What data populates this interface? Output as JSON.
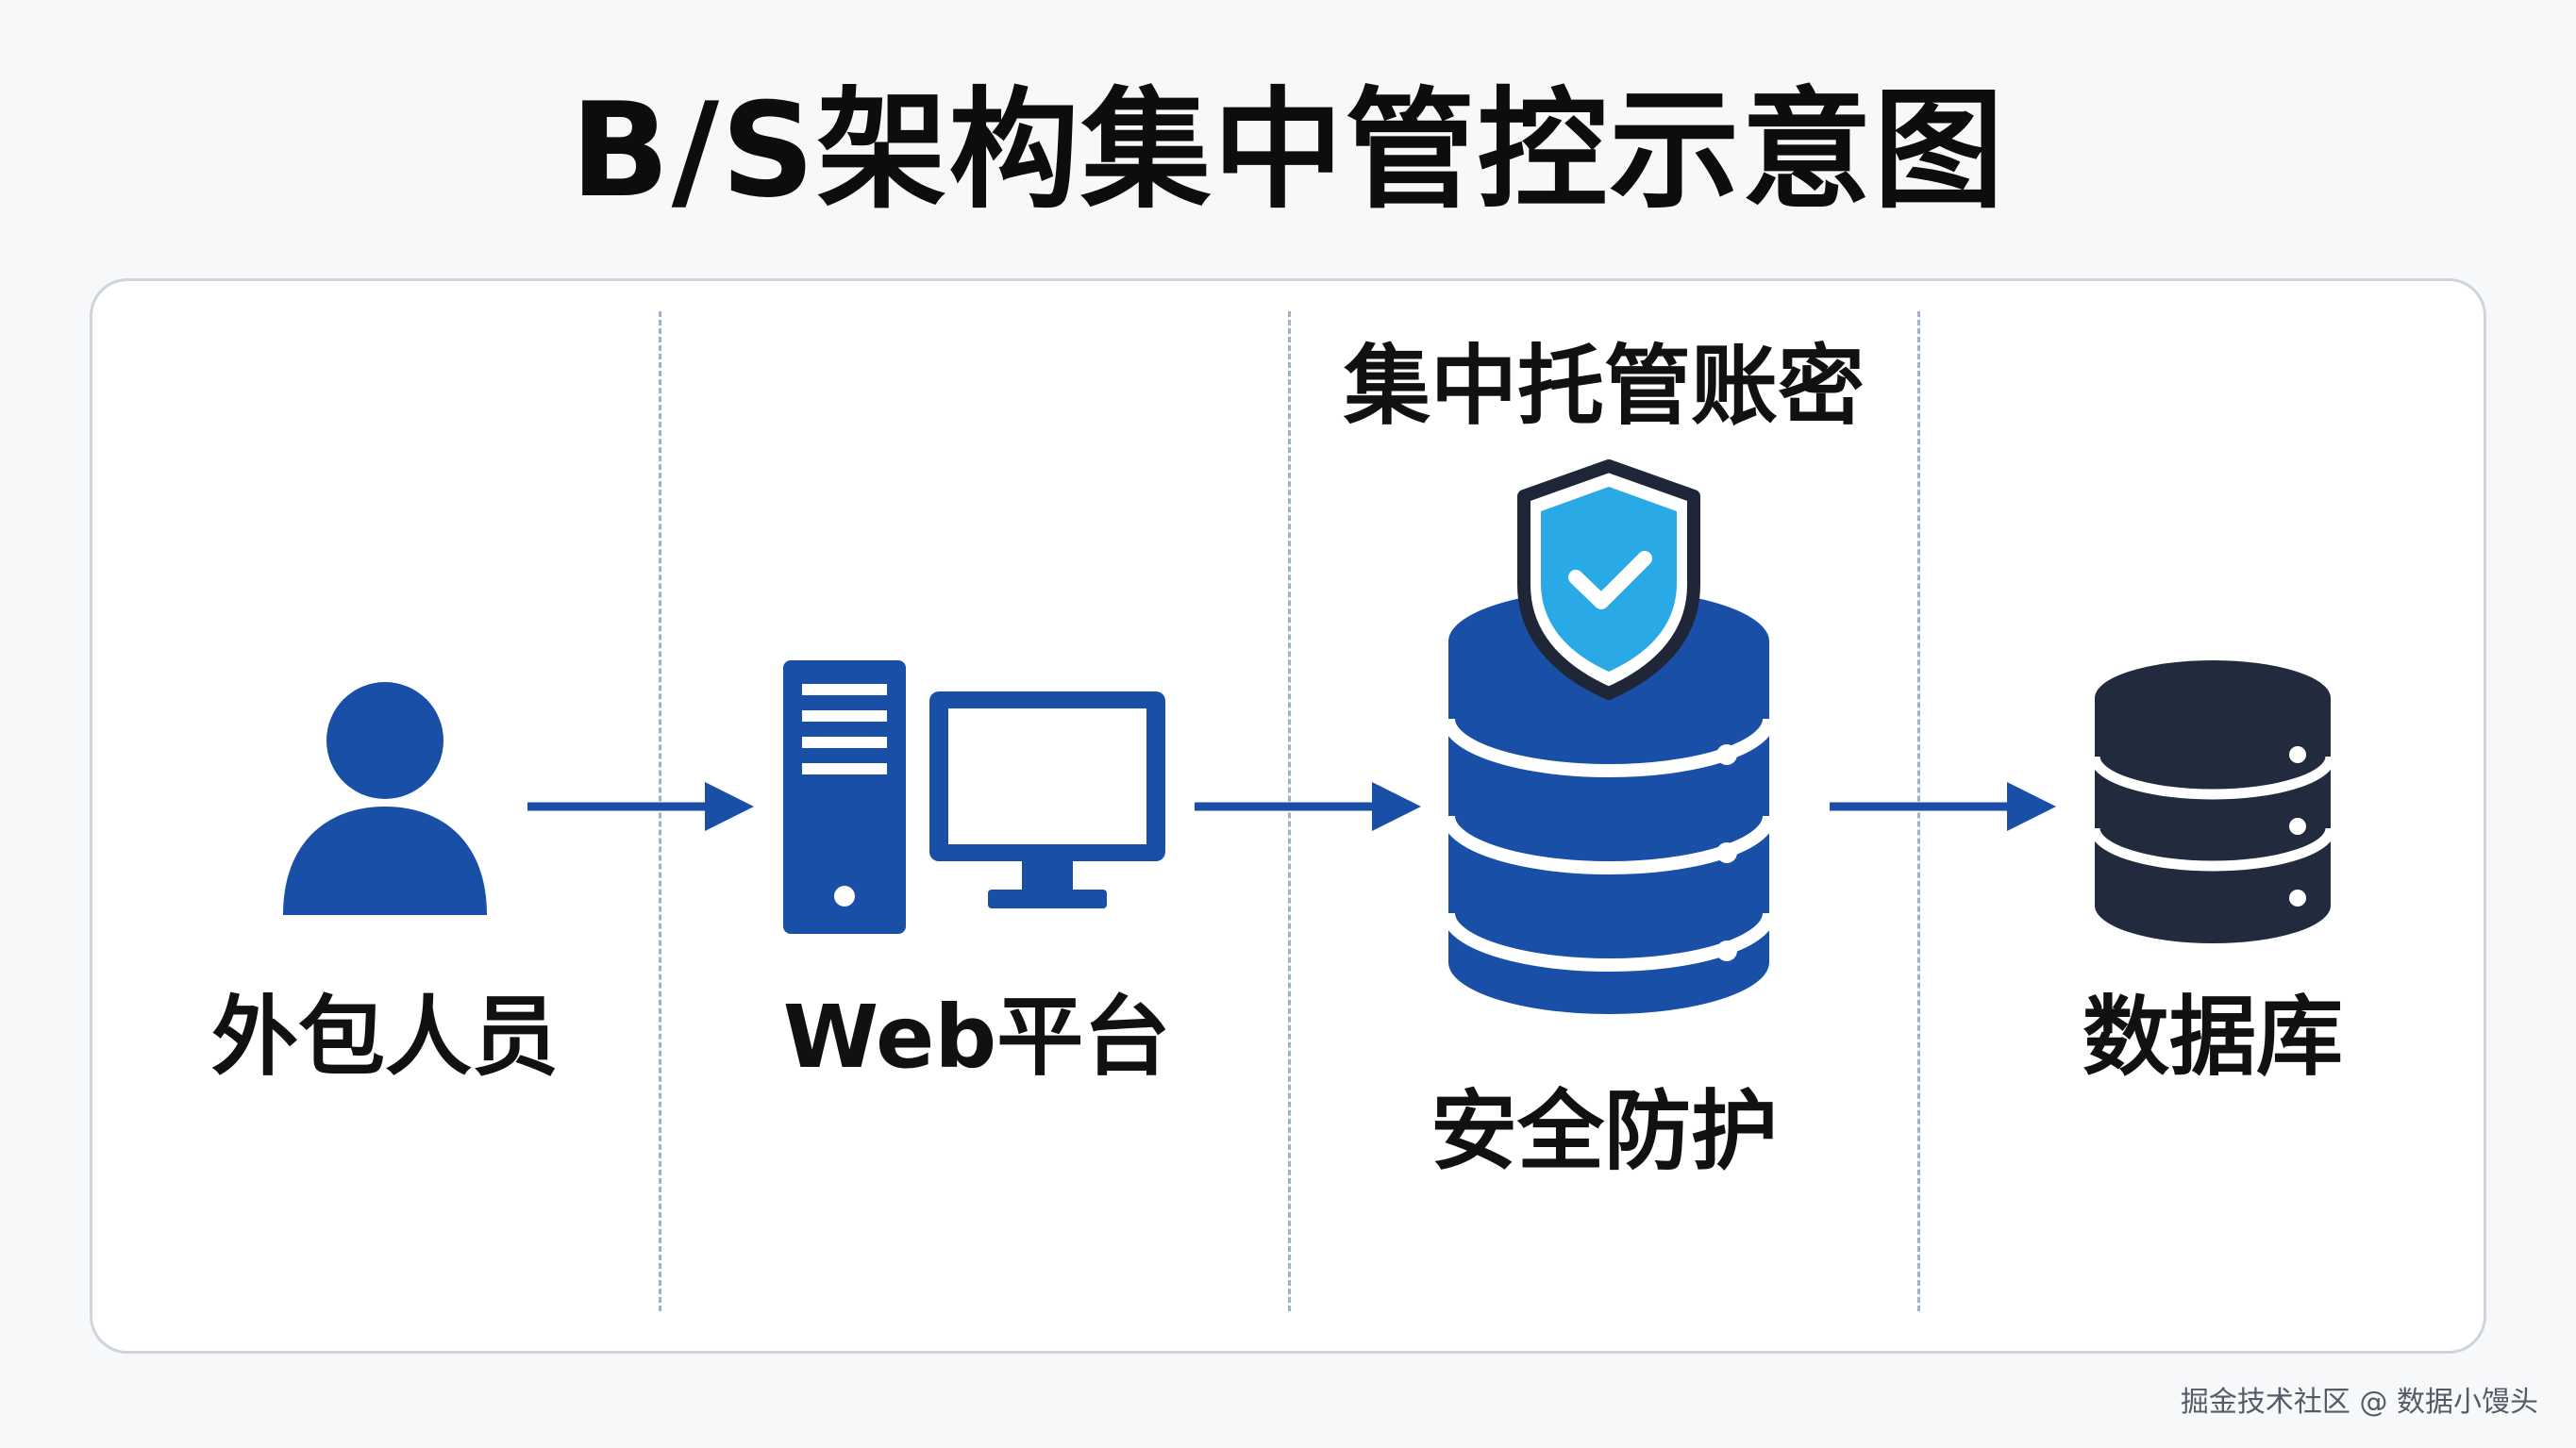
{
  "title": "B/S架构集中管控示意图",
  "nodes": [
    {
      "id": "outsourcer",
      "label": "外包人员",
      "icon": "person-icon"
    },
    {
      "id": "web",
      "label": "Web平台",
      "icon": "server-monitor-icon"
    },
    {
      "id": "security",
      "label": "安全防护",
      "top_label": "集中托管账密",
      "icon": "database-shield-icon"
    },
    {
      "id": "database",
      "label": "数据库",
      "icon": "database-icon"
    }
  ],
  "edges": [
    {
      "from": "outsourcer",
      "to": "web"
    },
    {
      "from": "web",
      "to": "security"
    },
    {
      "from": "security",
      "to": "database"
    }
  ],
  "colors": {
    "primary": "#1a4fa8",
    "dark": "#222b3d",
    "shield": "#29a9e6",
    "divider": "#9fb1c8"
  },
  "watermark": "掘金技术社区 @ 数据小馒头"
}
